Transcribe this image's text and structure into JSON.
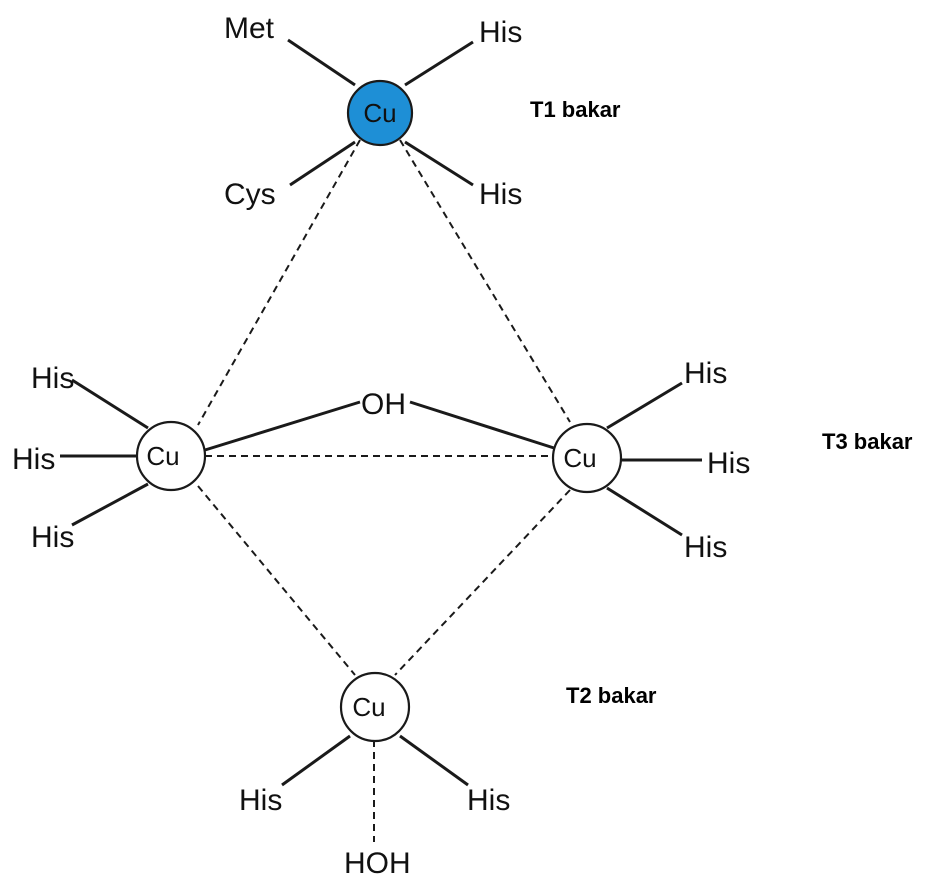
{
  "colors": {
    "t1_copper": "#1e8fd6",
    "copper": "#ffffff",
    "line": "#1a1a1a"
  },
  "t1": {
    "atom": "Cu",
    "label": "T1 bakar",
    "ligands": [
      "Met",
      "His",
      "Cys",
      "His"
    ]
  },
  "t3": {
    "label": "T3 bakar",
    "bridge": "OH",
    "left": {
      "atom": "Cu",
      "ligands": [
        "His",
        "His",
        "His"
      ]
    },
    "right": {
      "atom": "Cu",
      "ligands": [
        "His",
        "His",
        "His"
      ]
    }
  },
  "t2": {
    "atom": "Cu",
    "label": "T2 bakar",
    "ligands": [
      "His",
      "His",
      "HOH"
    ]
  }
}
